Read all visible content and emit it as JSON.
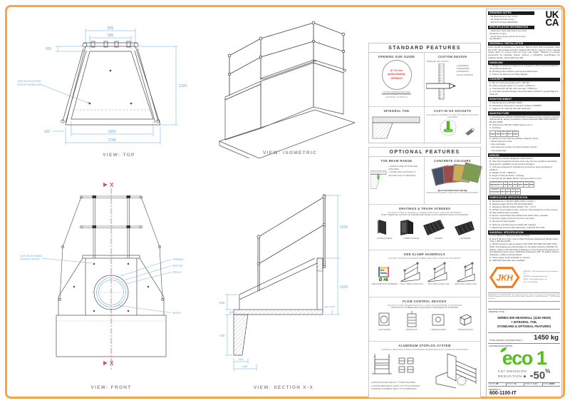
{
  "colors": {
    "border": "#F3A44C",
    "dim_blue": "#64A8DE",
    "accent_red": "#D94F4F",
    "eco_green": "#54BE20",
    "jkh_orange": "#F07E1B"
  },
  "views": {
    "top": {
      "label": "VIEW: TOP",
      "callout1": "CAST-IN GS LIFTING",
      "callout2": "SOCKETS (RD20 x3)",
      "dims": {
        "t826": "826",
        "t695": "695",
        "t100": "100",
        "t1320": "1320",
        "t1560": "1560",
        "t1749": "1749",
        "t100b": "100"
      }
    },
    "isometric": {
      "label": "VIEW: ISOMETRIC"
    },
    "front": {
      "label": "VIEW: FRONT",
      "section_marker": "X",
      "callout_sockets1": "CAST-IN GS FIXING",
      "callout_sockets2": "SOCKETS x6 STD",
      "callout_opening": "OPENING",
      "callout_pipe_od": "PIPE OD*",
      "callout_pipe_id": "PIPE ID*",
      "callout_invert": "INVERT"
    },
    "section": {
      "label": "VIEW: SECTION X-X",
      "dims": {
        "rail_height": "1100",
        "wall_height": "1100",
        "slab": "100 TYP",
        "d320": "320",
        "d100slab": "100",
        "d700": "700",
        "d100": "100",
        "d250": "250"
      }
    }
  },
  "standard_features": {
    "title": "STANDARD FEATURES",
    "opening_guide": {
      "title": "OPENING SIZE GUIDE",
      "circle_line1": "Ø 720 mm",
      "circle_line2": "◀ MAXIMUM ▶",
      "circle_line3": "OPENING",
      "note_title": "TYPICAL MAXIMUM PIPE SIZES",
      "notes": [
        "PLASTIC TWINWALL: OD Ø600 mm",
        "CONCRETE: OD Ø450 mm"
      ]
    },
    "custom_design": {
      "title": "CUSTOM DESIGN",
      "subtitle": "BESPOKE SOLUTIONS: ...",
      "items": [
        "CONCRETE",
        "STEELWORK",
        "HANDRAILS",
        "FLOW CONTROL"
      ]
    },
    "integral_toe": {
      "title": "INTEGRAL TOE"
    },
    "sockets": {
      "title": "CAST-IN GS SOCKETS",
      "subtitle": "ACCURATE ALIGNMENT TO JOINT FITTINGS & OPTIONAL FEATURES"
    }
  },
  "optional_features": {
    "title": "OPTIONAL FEATURES",
    "toe_beam": {
      "title": "TOE BEAM RANGE",
      "items": [
        "VARIOUS SIZE OPTIONS ARE AVAILABLE",
        "DOWEL PINS SUPPLIED TO SECURE TOE TO HEADWALL"
      ]
    },
    "colours": {
      "title": "CONCRETE COLOURS",
      "note1": "◀ 10 COLOURS AVAILABLE ▶",
      "note2": "RANGE FOR BLENDING ITEM WITH LOCAL ENVIRONMENT",
      "swatches": [
        "#454F68",
        "#9E4B4B",
        "#C9AE56",
        "#7C9C52"
      ]
    },
    "gratings": {
      "title": "GRATINGS & TRASH SCREENS",
      "subtitle": "FACTORY FITTED TO HEADWALLS WHERE PRACTICAL / SAFE FOR TRANSPORT",
      "note": "EASILY REMOVED, HOT DIP GALVANIZED MILD STEEL & ANTI-TAMPER FIXINGS AS STANDARD",
      "captions": [
        "CLOSE COUPLED",
        "COMBI COUPLED",
        "SLOPED",
        "EXTENDED"
      ]
    },
    "handrails": {
      "title": "KEE KLAMP HANDRAILS",
      "subtitle": "FACTORY FITTED AS STANDARD WHERE PRACTICAL / SAFE FOR TRANSPORT",
      "logo_line1": "Kee",
      "logo_line2": "Safety",
      "size_icon": "Ø #8",
      "captions": [
        "KEE KLAMP #8 AS STANDARD",
        "FULLY SIDED (CODE: KS1)",
        "HALF WING (CODE: KS2)",
        "BACK ONLY (CODE: KS3)"
      ]
    },
    "flow_control": {
      "title": "FLOW CONTROL DEVICES",
      "subtitle": "FACTORY FITTED (WHERE PRACTICAL / SAFE FOR TRANSPORT) AS STANDARD",
      "note": "PENSTOCKS & RUBBER SEALS AVAILABLE IN NEOPRENE AS STANDARD",
      "captions": [
        "FLAP VALVES",
        "PENSTOCKS",
        "ORIFICE PLATES",
        "BAFFLE BLOCKS"
      ]
    },
    "stoplog": {
      "title": "ALUMINIUM STOPLOG SYSTEM",
      "subtitle": "CHANNELS / BRACKETS FITTED AS STANDARD (WHERE PRACTICAL / SAFE FOR TRANSPORT)",
      "items": [
        "VARIOUS BOARD HEIGHT / TYPES AVAILABLE",
        "LOCKING BRACKETS & EASY LIFT KITS SUPPLIED",
        "HANDLES & RUBBER SEALS TO STOPBOARDS"
      ]
    }
  },
  "sidebar": {
    "ukca": {
      "line1": "UK",
      "line2": "CA"
    },
    "sections": [
      {
        "header": "DRAWING NOTES",
        "pad": true,
        "items": [
          "- All dimensions in mm U.O.S.",
          "- All measurements ±3mm.",
          "- DO NOT SCALE DRAWING."
        ]
      },
      {
        "header": "SPECIFICATION INFORMATION",
        "pad": true,
        "items": [
          "- Opening in back wall cast to suit outer dimension of pipe.",
          "- Invert level of pipe can be set to your specification."
        ]
      },
      {
        "header": "HEADWALL INSTALLATION",
        "para": "Units should be bedded on minimum 150mm thick well compacted Class 6N or 6P* well graded granular material with 50mm topping of fine material (Class 6F1*) to ensure units are level and stable. *Manual of contract documents for Highway Works, Volume 1 (MCHW1) specification for Highway Works, Series 600 (Nov 09)."
      },
      {
        "header": "HANDLING",
        "items": [
          "A. Weight of concrete is based on 2.4 tonne/m³ +5% is recommended for sizing lifting equipment.",
          "B. All lifting points shall be used as specified below.",
          "C. Units to be lifted as per lifting diagram."
        ]
      },
      {
        "header": "CONCRETE",
        "items": [
          "A. Mix ref: Self-compacting QC4 / C50 Mix.",
          "B. Lifting strength based on 2 cubes = 20N/mm².",
          "C. Characteristic 28 day cube strength = 50N/mm².",
          "D. Concrete provides Design Chemical Class 4 (DC4) to special Digest 1; Table F2."
        ]
      },
      {
        "header": "REINFORCEMENT",
        "items": [
          "A. Reinforcement to BS EN 13369.",
          "B. Scheduling, dimensions, bends & cutting to BS8666.",
          "C. Cages to be machine tied with steel wire."
        ]
      },
      {
        "header": "MANUFACTURE",
        "items": [
          "A. Manufacture to BS EN 15258:2008 precast concrete products retaining wall elements, factory production control certificate 0086-CPR-600445 & BS EN 13369.",
          "B. Tolerances to BS EN 13369 clause 4.3.1.1.",
          "C. Finishing:"
        ],
        "tables": [
          "finishing"
        ],
        "post_items": [
          "D. Marking: Units shall be indelibly marked to show:",
          "– Mould reference code.",
          "– De-mould date.",
          "– Job reference number & unique product number.",
          "– Unit weight (kg)."
        ]
      },
      {
        "header": "DESIGN",
        "items": [
          "A. Concrete structure designed to Eurocode 2.",
          "B. JKH have designed concrete units only, the site conditions should be assessed for suitability by the scheme designer.",
          "C. Units are designed to withstand a vertical live load surcharge of 10kN/m².",
          "D. Weight of soil = 18kN/m³.",
          "E. Angle of internal friction = 30 Deg.",
          "F. Groups (as per tables below * all cover sizes in mm):"
        ],
        "tables": [
          "groups1",
          "groups2"
        ]
      },
      {
        "header": "FABRICATION SPECIFICATION",
        "items": [
          "A. Manufacture to BS EN 1090-2 EXC CLASS 1.",
          "B. Material grade S275 to BS EN 10025:2004.",
          "C. Welding to BS EN 1090-2 PARA 7.5.6 - 7.5.17.",
          "D. All fillet & butt welds to have minimum throat thickness of 3mm and to be fully welded where possible.",
          "E. Ensure vertical flats fully welded both sides where possible.",
          "F. All sharp edges and burrs are to be removed.",
          "G. Remove all weld spatter.",
          "H. Holes by punching are permitted with reaming.",
          "I. Galvanizing process after fabrication to BS EN ISO 1461."
        ]
      },
      {
        "header": "HANDRAIL SPECIFICATION",
        "items": [
          "A. Kee Klamp® Galvanized Size 8 Fittings.",
          "B. Size 8 48.3mm OD x 4.0mm Wall Thickness Galvanized Medium Duty Tube to BS EN 10255.",
          "C. 360N/m Design Load as stated in BS 6180; BS 6399; BS 5395 & BS 7818; Civil Engineering Specification for the Water Industry (CESWI) 7th Edition; Clause 2.80 Handrails & Balusters & The Engineering Equipment and Materials Users Assoc. (EEMUA) Publication 105; 7th Edition Factory Stairways, Ladders and Handrails.",
          "D. Other design loads available on request.",
          "E. GRP/FRP Handrails also available."
        ]
      }
    ],
    "tables": {
      "finishing": {
        "headers": [
          "",
          "Top",
          "Sides",
          "Base",
          "Finish"
        ],
        "rows": [
          [
            "Class",
            "U3",
            "F3",
            "F1",
            "Plain"
          ]
        ]
      },
      "groups1": {
        "headers": [
          "Headwall Series",
          "600",
          "750",
          "900",
          "1050",
          "1200",
          "1350"
        ],
        "rows": [
          [
            "Max Pipe ID",
            "450",
            "600",
            "750",
            "900",
            "1050",
            "1200"
          ]
        ]
      },
      "groups2": {
        "headers": [
          "Exposure",
          "XC3",
          "XD2",
          "XF3",
          "DC4"
        ],
        "rows": [
          [
            "Cover (mm)",
            "35",
            "40",
            "40",
            "50"
          ]
        ]
      }
    },
    "jkh": {
      "logo": "JKH",
      "contact": [
        [
          "ADDRESS:",
          "JKH Drainage Units Ltd, Lincolnshire, UK"
        ],
        [
          "WEBSITE:",
          "www.jkhdrainage.co.uk"
        ],
        [
          "EMAIL:",
          "sales@jkhdrainage.co.uk"
        ],
        [
          "TEL:",
          "01778 420000"
        ]
      ]
    },
    "disclaimer": "IMPORTANT & CONFIDENTIAL: This drawing & design remains the property of JKH Drainage Units Ltd. Any reproduction in part or whole without written permission is strictly prohibited. © JKH Drainage Units Ltd."
  },
  "title_block": {
    "drawing_title_label": "DRAWING TITLE:",
    "title_line1": "SERIES 600 HEADWALL (1100 HIGH)",
    "title_line2": "+ INTEGRAL TOE,",
    "title_line3": "STANDARD & OPTIONAL FEATURES",
    "weight_label": "TOTAL WEIGHT (CASTINGS ONLY):",
    "weight_value": "1450 kg",
    "mix_label": "CONCRETE MIX DESIGN:",
    "eco_text": "eco 1",
    "co2_line1": "CO² EMISSION",
    "co2_line2": "REDUCTION ◆",
    "co2_value": "-50",
    "co2_pct": "%",
    "meta": [
      [
        "DRAWN:",
        "PR"
      ],
      [
        "ISSUE #:",
        "01"
      ],
      [
        "SHEET #:",
        "1 of 1"
      ],
      [
        "DATE:",
        "12/2024"
      ]
    ],
    "number_label": "DRAWING #:",
    "number": "600-1100-IT"
  }
}
